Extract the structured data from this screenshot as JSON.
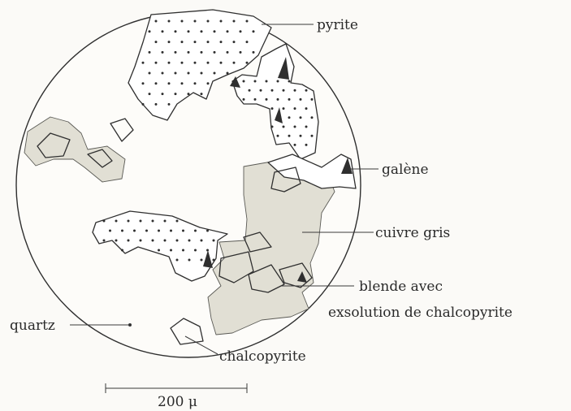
{
  "labels": {
    "pyrite": "pyrite",
    "galene": "galène",
    "cuivre_gris": "cuivre gris",
    "blende_line1": "blende avec",
    "blende_line2": "exsolution de chalcopyrite",
    "quartz": "quartz",
    "chalcopyrite": "chalcopyrite"
  },
  "scale_bar": {
    "label": "200 μ"
  }
}
